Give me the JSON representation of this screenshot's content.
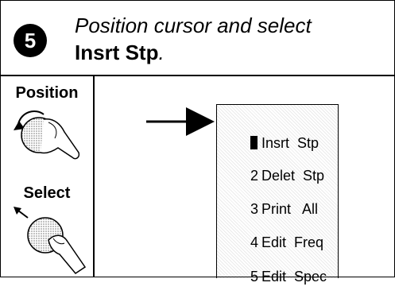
{
  "step": {
    "number": "5"
  },
  "instruction": {
    "line1": "Position cursor and select",
    "target_label": "Insrt Stp",
    "period": "."
  },
  "controls": {
    "position_label": "Position",
    "select_label": "Select"
  },
  "menu": {
    "items": [
      {
        "number": "",
        "label": "Insrt  Stp",
        "cursor": true
      },
      {
        "number": "2",
        "label": "Delet  Stp"
      },
      {
        "number": "3",
        "label": "Print   All"
      },
      {
        "number": "4",
        "label": "Edit  Freq"
      },
      {
        "number": "5",
        "label": "Edit  Spec"
      }
    ]
  },
  "colors": {
    "ink": "#000000",
    "background": "#ffffff"
  }
}
